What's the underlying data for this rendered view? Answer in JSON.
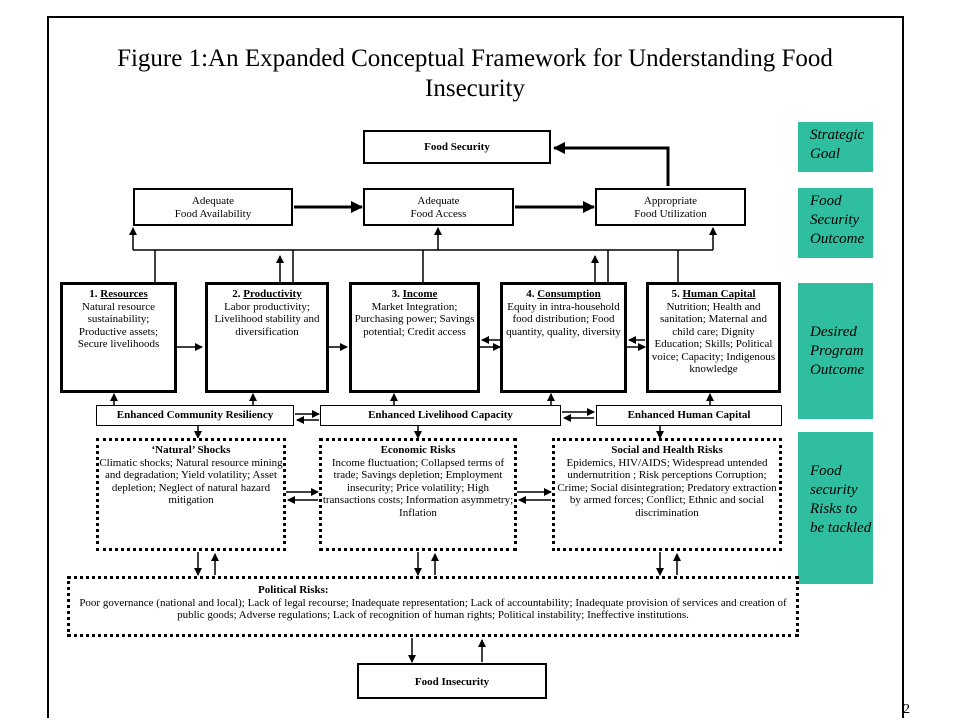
{
  "title": {
    "line1": "Figure 1:An Expanded Conceptual Framework for Understanding Food",
    "line2": "Insecurity"
  },
  "side_labels": [
    "Strategic Goal",
    "Food Security Outcome",
    "Desired Program Outcome",
    "Food security Risks to be tackled"
  ],
  "food_security": "Food Security",
  "outcomes": {
    "availability": [
      "Adequate",
      "Food Availability"
    ],
    "access": [
      "Adequate",
      "Food Access"
    ],
    "utilization": [
      "Appropriate",
      "Food Utilization"
    ]
  },
  "programs": [
    {
      "num": "1.",
      "head": "Resources",
      "text": "Natural resource sustainability; Productive assets; Secure livelihoods"
    },
    {
      "num": "2.",
      "head": "Productivity",
      "text": "Labor productivity; Livelihood stability and diversification"
    },
    {
      "num": "3.",
      "head": "Income",
      "text": "Market Integration; Purchasing power; Savings potential; Credit access"
    },
    {
      "num": "4.",
      "head": "Consumption",
      "text": "Equity in intra-household food distribution; Food quantity, quality, diversity"
    },
    {
      "num": "5.",
      "head": "Human Capital",
      "text": "Nutrition; Health and sanitation; Maternal and child care; Dignity Education; Skills; Political voice; Capacity; Indigenous knowledge"
    }
  ],
  "enhanced": {
    "community": "Enhanced Community Resiliency",
    "livelihood": "Enhanced Livelihood Capacity",
    "human": "Enhanced Human Capital"
  },
  "risks": [
    {
      "head": "‘Natural’ Shocks",
      "text": "Climatic shocks; Natural resource mining and degradation; Yield volatility; Asset depletion; Neglect of natural hazard mitigation"
    },
    {
      "head": "Economic Risks",
      "text": "Income fluctuation; Collapsed terms of trade; Savings depletion; Employment insecurity; Price volatility; High transactions costs; Information asymmetry; Inflation"
    },
    {
      "head": "Social and Health Risks",
      "text": "Epidemics, HIV/AIDS; Widespread untended undernutrition ; Risk perceptions Corruption; Crime; Social disintegration; Predatory extraction by armed forces; Conflict; Ethnic and social discrimination"
    }
  ],
  "political": {
    "head": "Political Risks:",
    "text": "Poor governance (national and local); Lack of legal recourse; Inadequate representation; Lack of accountability; Inadequate provision of services and creation of public goods; Adverse regulations; Lack of recognition of human rights; Political instability; Ineffective institutions."
  },
  "food_insecurity": "Food Insecurity",
  "page_number": "2",
  "colors": {
    "side_panel": "#2fbfa0"
  }
}
